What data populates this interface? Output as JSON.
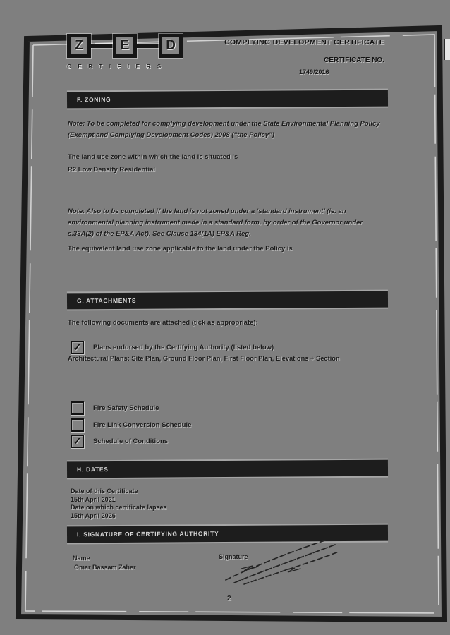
{
  "colors": {
    "paper": "#7f7f7f",
    "bar_bg": "#1d1d1d",
    "ink": "#1a1a1a"
  },
  "icons": {
    "check": "✓"
  },
  "header": {
    "logo_letters": [
      "Z",
      "E",
      "D"
    ],
    "logo_subtext": "CERTIFIERS",
    "title": "COMPLYING DEVELOPMENT CERTIFICATE",
    "certificate_no_label": "CERTIFICATE NO.",
    "certificate_no_value": "1749/2016"
  },
  "zoning": {
    "heading": "F. ZONING",
    "note": "Note: To be completed for complying development under the State Environmental Planning Policy (Exempt and Complying Development Codes) 2008 (“the Policy”)",
    "land_use_label": "The land use zone within which the land is situated is",
    "land_use_value": "R2 Low Density Residential",
    "note2": "Note:  Also to be completed if the land is not zoned under a ‘standard instrument’ (ie. an environmental planning instrument made in a standard form, by order of the Governor under s.33A(2) of the EP&A Act). See Clause 134(1A) EP&A Reg.",
    "equivalent_label": "The equivalent land use zone applicable to the land under the Policy is"
  },
  "attachments": {
    "heading": "G. ATTACHMENTS",
    "intro": "The following documents are attached (tick as appropriate):",
    "items": [
      {
        "label": "Plans endorsed by the Certifying Authority (listed below)",
        "checked": true,
        "detail": "Architectural Plans: Site Plan, Ground Floor Plan, First Floor Plan, Elevations + Section"
      },
      {
        "label": "Fire Safety Schedule",
        "checked": false
      },
      {
        "label": "Fire Link Conversion Schedule",
        "checked": false
      },
      {
        "label": "Schedule of Conditions",
        "checked": true
      }
    ]
  },
  "dates": {
    "heading": "H. DATES",
    "issue_label": "Date of this Certificate",
    "issue_value": "15th April 2021",
    "lapse_label": "Date on which certificate lapses",
    "lapse_value": "15th April 2026"
  },
  "signature": {
    "heading": "I. SIGNATURE OF CERTIFYING AUTHORITY",
    "name_label": "Name",
    "name_value": "Omar Bassam Zaher",
    "signature_label": "Signature"
  },
  "footer": {
    "page_number": "2"
  }
}
